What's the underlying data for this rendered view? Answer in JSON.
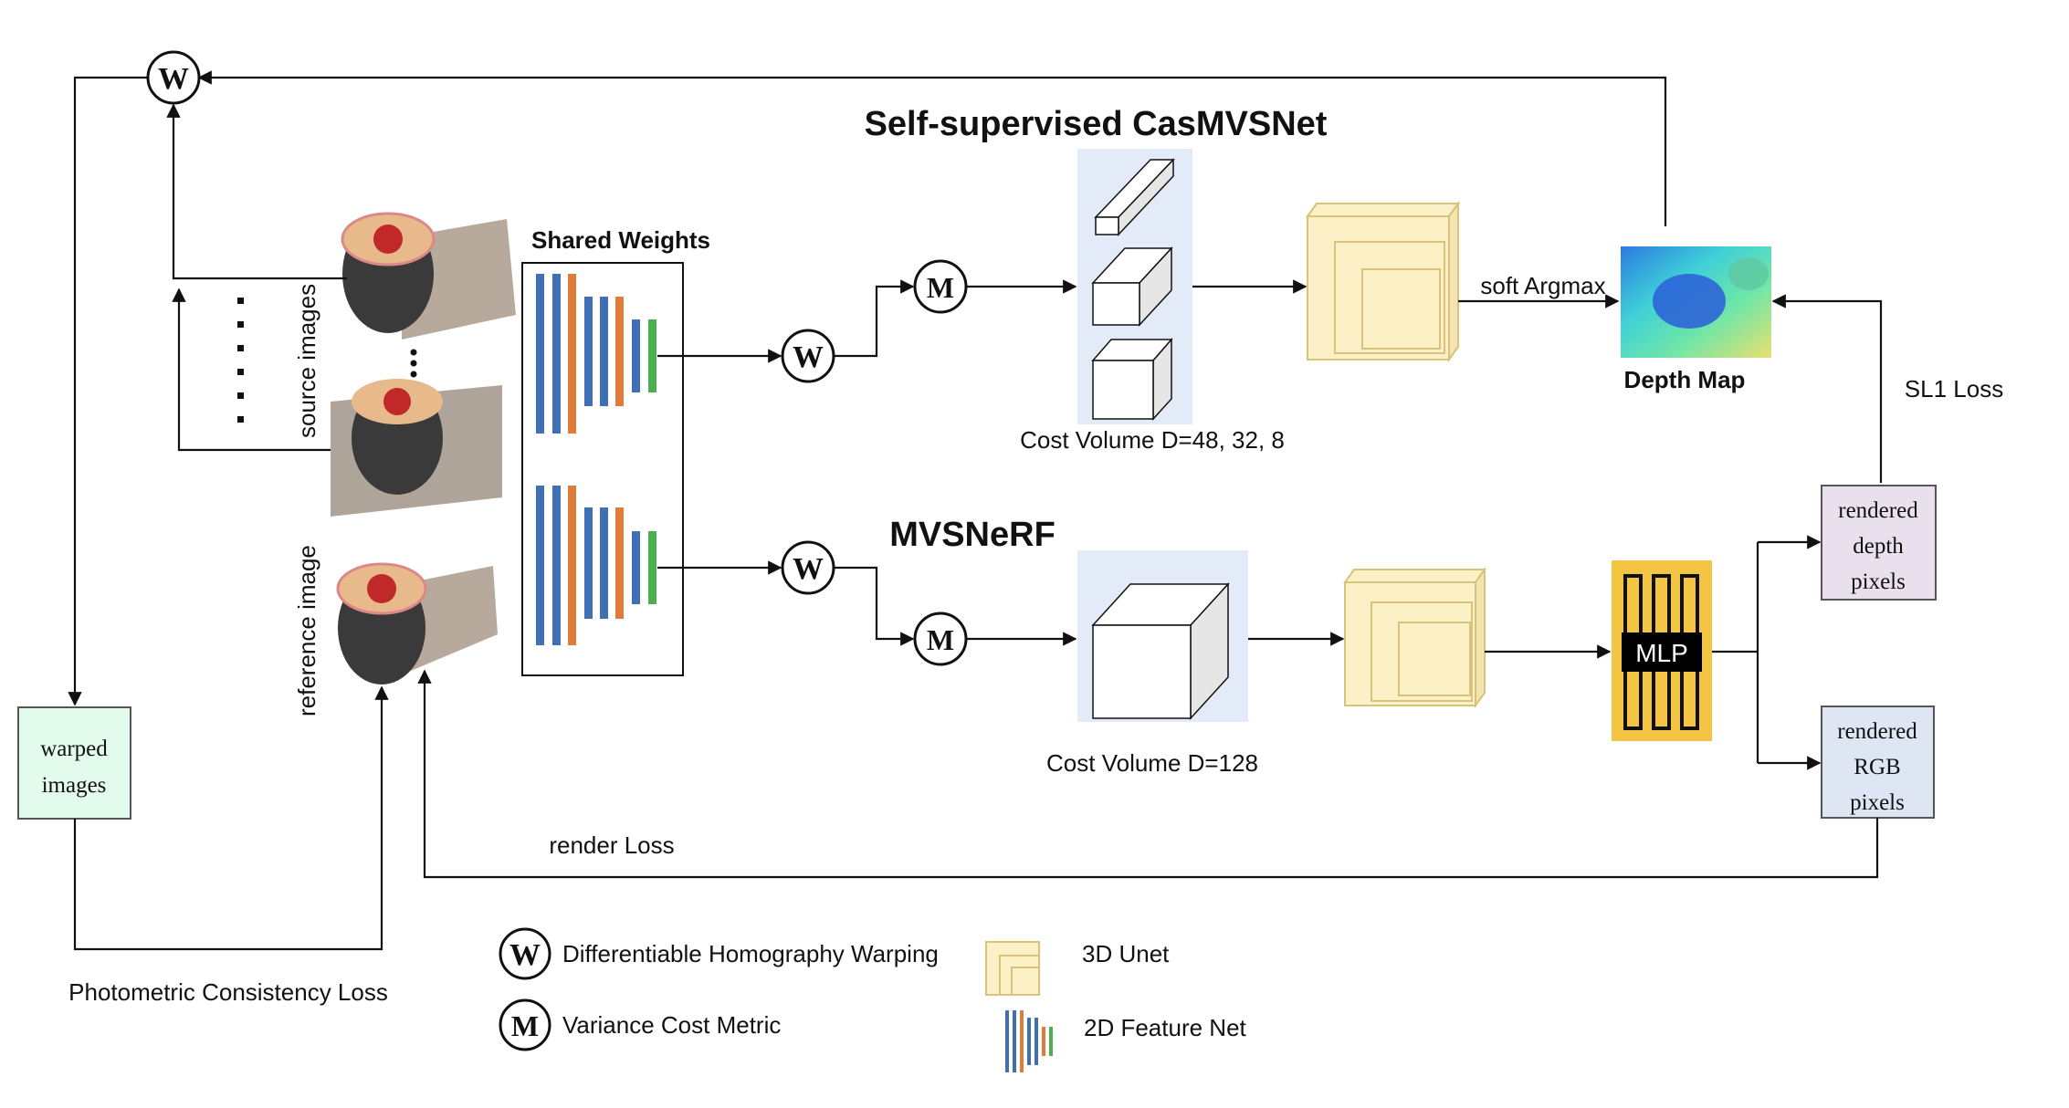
{
  "titles": {
    "top": "Self-supervised CasMVSNet",
    "bottom": "MVSNeRF"
  },
  "labels": {
    "shared_weights": "Shared Weights",
    "source_images": "source images",
    "reference_image": "reference image",
    "cost_volume_top": "Cost Volume D=48, 32, 8",
    "cost_volume_bottom": "Cost Volume D=128",
    "soft_argmax": "soft Argmax",
    "depth_map": "Depth Map",
    "sl1_loss": "SL1 Loss",
    "render_loss": "render Loss",
    "photometric_loss": "Photometric Consistency Loss",
    "mlp": "MLP"
  },
  "boxes": {
    "warped_images": [
      "warped",
      "images"
    ],
    "rendered_depth": [
      "rendered",
      "depth",
      "pixels"
    ],
    "rendered_rgb": [
      "rendered",
      "RGB",
      "pixels"
    ]
  },
  "symbols": {
    "warp": "W",
    "metric": "M"
  },
  "legend": {
    "warp": "Differentiable Homography Warping",
    "metric": "Variance Cost Metric",
    "unet": "3D Unet",
    "feature_net": "2D Feature Net"
  },
  "colors": {
    "feature_blue": "#3f6fb5",
    "feature_orange": "#e07b39",
    "feature_green": "#4caf50",
    "cost_volume_bg": "#e3eaf8",
    "unet_fill": "#fbf0c6",
    "unet_stroke": "#d9c27a",
    "mlp_bg": "#f4c444",
    "warped_box": "#e3fbec",
    "depth_box": "#e9e0ee",
    "rgb_box": "#dde6f2"
  }
}
